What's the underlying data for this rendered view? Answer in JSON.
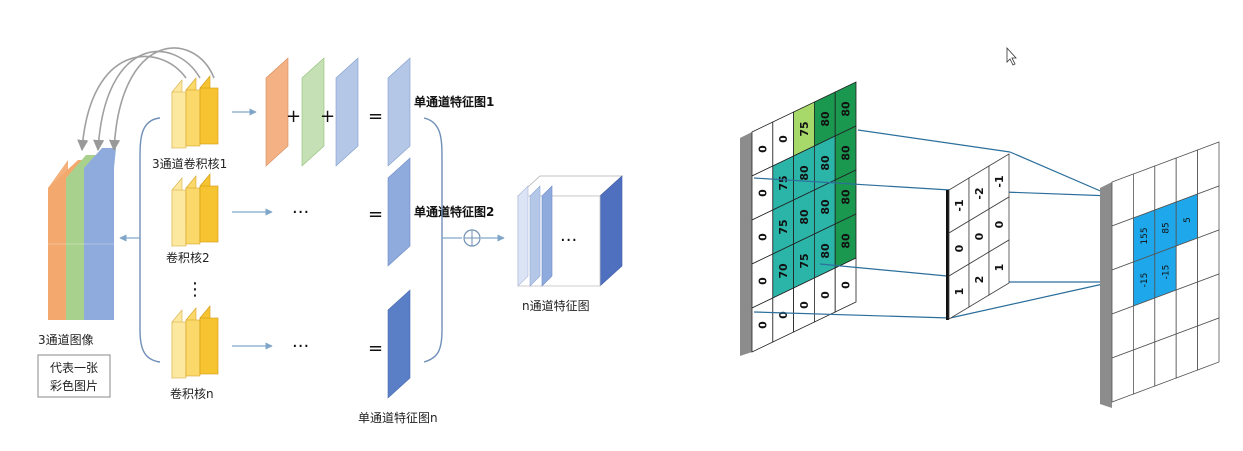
{
  "left_diagram": {
    "input_label": "3通道图像",
    "note_line1": "代表一张",
    "note_line2": "彩色图片",
    "kernel1_label": "3通道卷积核1",
    "kernel2_label": "卷积核2",
    "kernel_n_label": "卷积核n",
    "feature1_label": "单通道特征图1",
    "feature2_label": "单通道特征图2",
    "feature_n_label": "单通道特征图n",
    "output_label": "n通道特征图",
    "plus_1": "+",
    "plus_2": "+",
    "equals_1": "=",
    "equals_2": "=",
    "equals_3": "=",
    "dots_row2": "···",
    "dots_row3": "···",
    "dots_vertical": "⋮",
    "dots_output": "···",
    "sum_symbol": "⊕"
  },
  "right_diagram": {
    "input_grid": [
      [
        "0",
        "0",
        "75",
        "80",
        "80"
      ],
      [
        "0",
        "75",
        "80",
        "80",
        "80"
      ],
      [
        "0",
        "75",
        "80",
        "80",
        "80"
      ],
      [
        "0",
        "70",
        "75",
        "80",
        "80"
      ],
      [
        "0",
        "0",
        "0",
        "0",
        "0"
      ]
    ],
    "kernel_grid": [
      [
        "-1",
        "-2",
        "-1"
      ],
      [
        "0",
        "0",
        "0"
      ],
      [
        "1",
        "2",
        "1"
      ]
    ],
    "output_values": [
      "155",
      "85",
      "5",
      "-15",
      "-15"
    ],
    "colors": {
      "light_green": "#a6d96a",
      "green": "#1a9850",
      "teal": "#2bb5a8",
      "blue_highlight": "#1ea7ea",
      "frame_gray": "#8c8c8c"
    }
  },
  "cursor_icon": "mouse-pointer-icon"
}
